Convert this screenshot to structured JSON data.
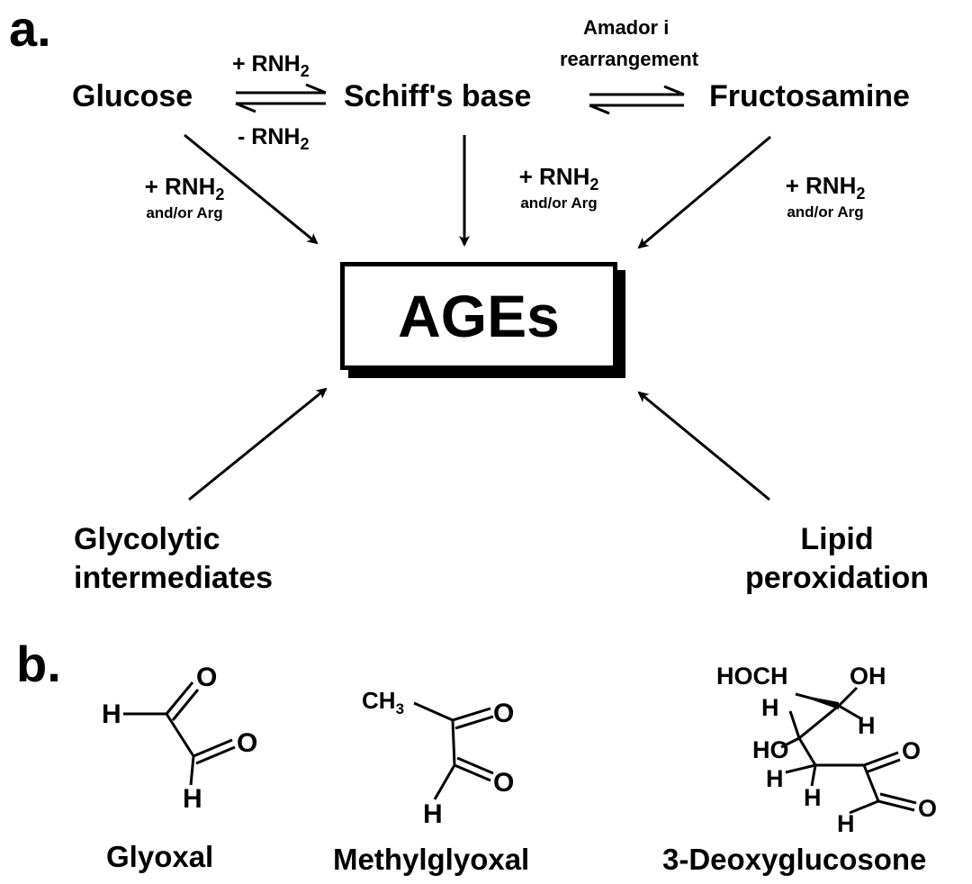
{
  "panel_a": {
    "label": "a.",
    "glucose": "Glucose",
    "schiff": "Schiff's base",
    "fructosamine": "Fructosamine",
    "amadori_line1": "Amador i",
    "amadori_line2": "rearrangement",
    "plus_rnh": "+ RNH",
    "minus_rnh": "- RNH",
    "sub2": "2",
    "cond_left": {
      "line1": "+ RNH",
      "line2": "and/or Arg"
    },
    "cond_mid": {
      "line1": "+ RNH",
      "line2": "and/or Arg"
    },
    "cond_right": {
      "line1": "+ RNH",
      "line2": "and/or Arg"
    },
    "ages": "AGEs",
    "glycolytic_line1": "Glycolytic",
    "glycolytic_line2": "intermediates",
    "lipid_line1": "Lipid",
    "lipid_line2": "peroxidation"
  },
  "panel_b": {
    "label": "b.",
    "glyoxal_name": "Glyoxal",
    "methylglyoxal_name": "Methylglyoxal",
    "deoxy_name": "3-Deoxyglucosone",
    "atom_H": "H",
    "atom_O": "O",
    "atom_CH3": "CH",
    "sub3": "3",
    "atom_HOCH2": "HOCH",
    "atom_OH": "OH",
    "atom_HO": "HO"
  }
}
